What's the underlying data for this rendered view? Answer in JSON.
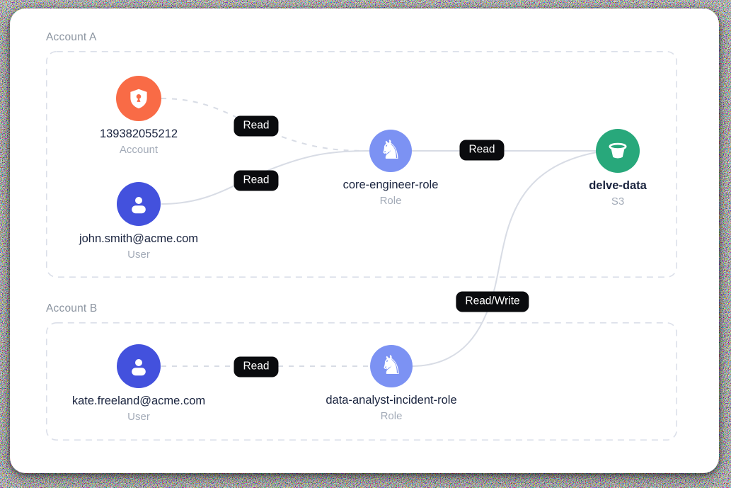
{
  "groups": [
    {
      "id": "account-a",
      "label": "Account A"
    },
    {
      "id": "account-b",
      "label": "Account B"
    }
  ],
  "nodes": [
    {
      "id": "aws-account",
      "title": "139382055212",
      "subtitle": "Account",
      "icon": "shield-lock-icon",
      "color": "#f96b46"
    },
    {
      "id": "user-john",
      "title": "john.smith@acme.com",
      "subtitle": "User",
      "icon": "user-icon",
      "color": "#4351dd"
    },
    {
      "id": "role-core-engineer",
      "title": "core-engineer-role",
      "subtitle": "Role",
      "icon": "chess-knight-icon",
      "color": "#7c92f3"
    },
    {
      "id": "bucket-delve-data",
      "title": "delve-data",
      "subtitle": "S3",
      "icon": "bucket-icon",
      "color": "#28a87b"
    },
    {
      "id": "user-kate",
      "title": "kate.freeland@acme.com",
      "subtitle": "User",
      "icon": "user-icon",
      "color": "#4351dd"
    },
    {
      "id": "role-data-analyst",
      "title": "data-analyst-incident-role",
      "subtitle": "Role",
      "icon": "chess-knight-icon",
      "color": "#7c92f3"
    }
  ],
  "edges": [
    {
      "from": "aws-account",
      "to": "role-core-engineer",
      "label": "Read",
      "style": "dashed"
    },
    {
      "from": "user-john",
      "to": "role-core-engineer",
      "label": "Read",
      "style": "solid"
    },
    {
      "from": "role-core-engineer",
      "to": "bucket-delve-data",
      "label": "Read",
      "style": "solid"
    },
    {
      "from": "user-kate",
      "to": "role-data-analyst",
      "label": "Read",
      "style": "dashed"
    },
    {
      "from": "role-data-analyst",
      "to": "bucket-delve-data",
      "label": "Read/Write",
      "style": "solid"
    }
  ],
  "colors": {
    "card_background": "#ffffff",
    "edge": "#d8dce5",
    "group_border": "#dbdfe9",
    "badge_background": "#0a0b0e",
    "badge_text": "#ffffff",
    "title_text": "#19233e",
    "subtitle_text": "#a3abb8",
    "group_label_text": "#8c95a1"
  }
}
